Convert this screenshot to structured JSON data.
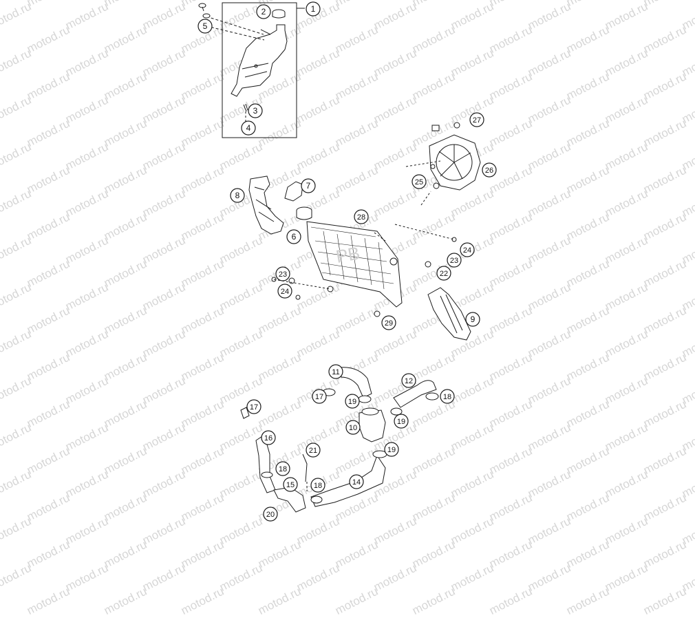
{
  "watermark": {
    "text": "motod.ru"
  },
  "callouts": [
    {
      "label": "1"
    },
    {
      "label": "2"
    },
    {
      "label": "3"
    },
    {
      "label": "4"
    },
    {
      "label": "5"
    },
    {
      "label": "6"
    },
    {
      "label": "7"
    },
    {
      "label": "8"
    },
    {
      "label": "9"
    },
    {
      "label": "10"
    },
    {
      "label": "11"
    },
    {
      "label": "12"
    },
    {
      "label": "14"
    },
    {
      "label": "15"
    },
    {
      "label": "16"
    },
    {
      "label": "17"
    },
    {
      "label": "17"
    },
    {
      "label": "18"
    },
    {
      "label": "18"
    },
    {
      "label": "18"
    },
    {
      "label": "19"
    },
    {
      "label": "19"
    },
    {
      "label": "19"
    },
    {
      "label": "20"
    },
    {
      "label": "21"
    },
    {
      "label": "22"
    },
    {
      "label": "23"
    },
    {
      "label": "23"
    },
    {
      "label": "24"
    },
    {
      "label": "24"
    },
    {
      "label": "25"
    },
    {
      "label": "26"
    },
    {
      "label": "27"
    },
    {
      "label": "28"
    },
    {
      "label": "29"
    }
  ],
  "colors": {
    "line": "#1a1a1a",
    "part_fill": "#ffffff",
    "watermark": "#c9c9c9"
  }
}
